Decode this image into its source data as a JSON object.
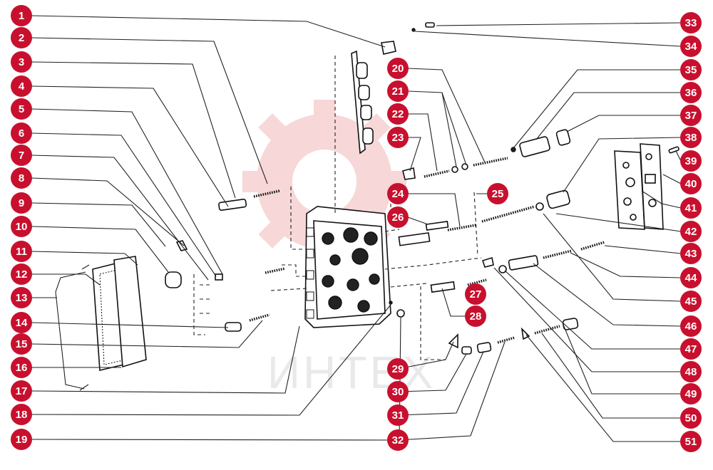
{
  "diagram": {
    "watermark_text": "ИНТЕХ",
    "accent_color": "#c8102e",
    "callouts": [
      {
        "id": 1,
        "label": "1"
      },
      {
        "id": 2,
        "label": "2"
      },
      {
        "id": 3,
        "label": "3"
      },
      {
        "id": 4,
        "label": "4"
      },
      {
        "id": 5,
        "label": "5"
      },
      {
        "id": 6,
        "label": "6"
      },
      {
        "id": 7,
        "label": "7"
      },
      {
        "id": 8,
        "label": "8"
      },
      {
        "id": 9,
        "label": "9"
      },
      {
        "id": 10,
        "label": "10"
      },
      {
        "id": 11,
        "label": "11"
      },
      {
        "id": 12,
        "label": "12"
      },
      {
        "id": 13,
        "label": "13"
      },
      {
        "id": 14,
        "label": "14"
      },
      {
        "id": 15,
        "label": "15"
      },
      {
        "id": 16,
        "label": "16"
      },
      {
        "id": 17,
        "label": "17"
      },
      {
        "id": 18,
        "label": "18"
      },
      {
        "id": 19,
        "label": "19"
      },
      {
        "id": 20,
        "label": "20"
      },
      {
        "id": 21,
        "label": "21"
      },
      {
        "id": 22,
        "label": "22"
      },
      {
        "id": 23,
        "label": "23"
      },
      {
        "id": 24,
        "label": "24"
      },
      {
        "id": 25,
        "label": "25"
      },
      {
        "id": 26,
        "label": "26"
      },
      {
        "id": 27,
        "label": "27"
      },
      {
        "id": 28,
        "label": "28"
      },
      {
        "id": 29,
        "label": "29"
      },
      {
        "id": 30,
        "label": "30"
      },
      {
        "id": 31,
        "label": "31"
      },
      {
        "id": 32,
        "label": "32"
      },
      {
        "id": 33,
        "label": "33"
      },
      {
        "id": 34,
        "label": "34"
      },
      {
        "id": 35,
        "label": "35"
      },
      {
        "id": 36,
        "label": "36"
      },
      {
        "id": 37,
        "label": "37"
      },
      {
        "id": 38,
        "label": "38"
      },
      {
        "id": 39,
        "label": "39"
      },
      {
        "id": 40,
        "label": "40"
      },
      {
        "id": 41,
        "label": "41"
      },
      {
        "id": 42,
        "label": "42"
      },
      {
        "id": 43,
        "label": "43"
      },
      {
        "id": 44,
        "label": "44"
      },
      {
        "id": 45,
        "label": "45"
      },
      {
        "id": 46,
        "label": "46"
      },
      {
        "id": 47,
        "label": "47"
      },
      {
        "id": 48,
        "label": "48"
      },
      {
        "id": 49,
        "label": "49"
      },
      {
        "id": 50,
        "label": "50"
      },
      {
        "id": 51,
        "label": "51"
      }
    ]
  }
}
